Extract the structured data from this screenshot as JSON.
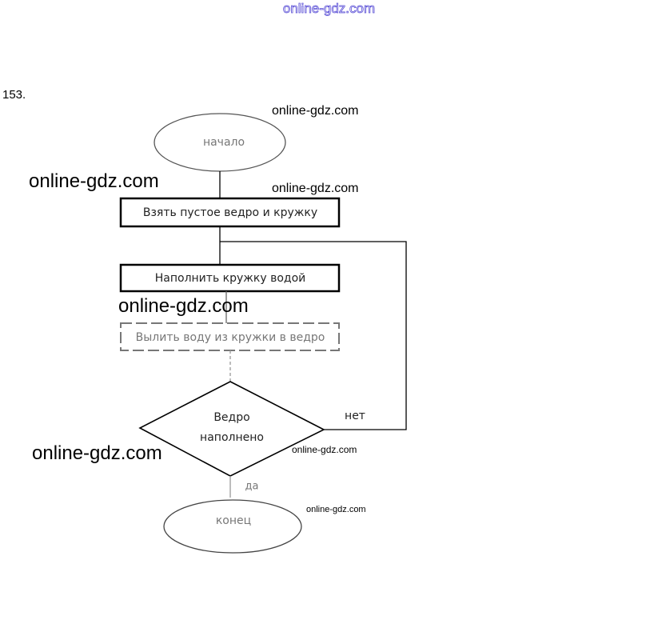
{
  "header_watermark": "online-gdz.com",
  "problem_number": "153.",
  "flowchart": {
    "start": "начало",
    "step1": "Взять пустое ведро и кружку",
    "step2": "Наполнить кружку водой",
    "step3": "Вылить воду из кружки в ведро",
    "decision": [
      "Ведро",
      "наполнено"
    ],
    "no_label": "нет",
    "yes_label": "да",
    "end": "конец"
  },
  "watermarks": [
    "online-gdz.com",
    "online-gdz.com",
    "online-gdz.com",
    "online-gdz.com",
    "online-gdz.com",
    "online-gdz.com",
    "online-gdz.com"
  ],
  "colors": {
    "header": "#5a4fd6"
  }
}
